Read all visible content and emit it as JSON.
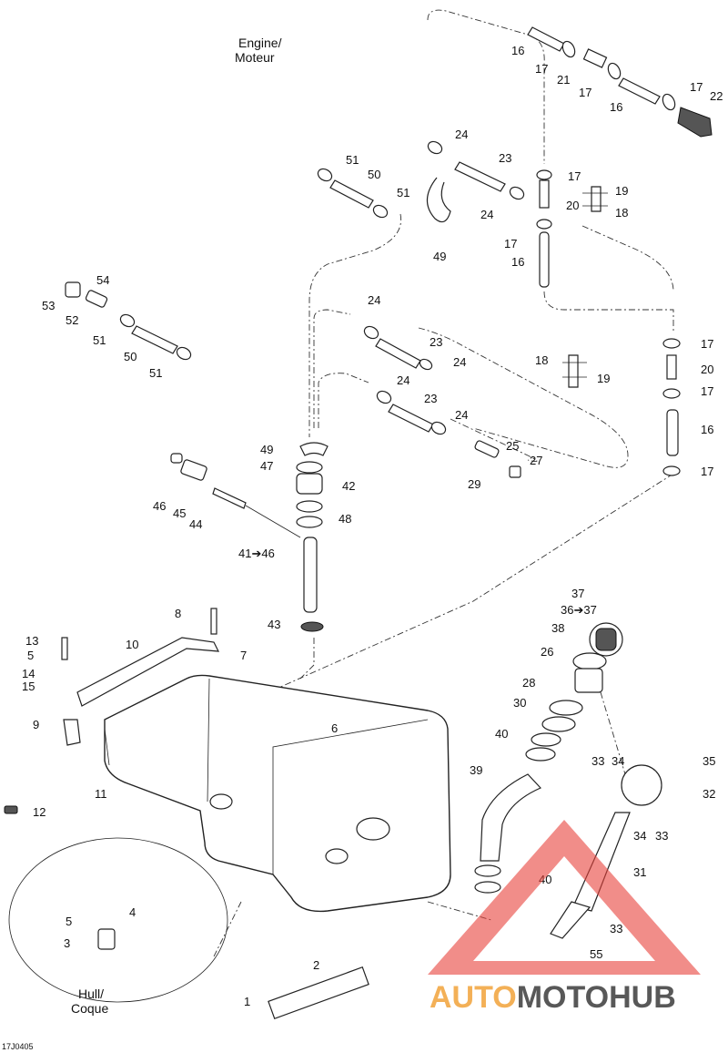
{
  "diagram": {
    "labels": {
      "engine": [
        "Engine/",
        "Moteur"
      ],
      "hull": [
        "Hull/",
        "Coque"
      ],
      "ref_code": "17J0405"
    },
    "callouts": [
      "16",
      "17",
      "21",
      "17",
      "16",
      "17",
      "22",
      "24",
      "23",
      "17",
      "19",
      "20",
      "18",
      "51",
      "50",
      "51",
      "24",
      "49",
      "17",
      "16",
      "54",
      "53",
      "52",
      "51",
      "50",
      "51",
      "24",
      "23",
      "24",
      "24",
      "23",
      "24",
      "18",
      "19",
      "17",
      "20",
      "17",
      "16",
      "17",
      "25",
      "27",
      "29",
      "49",
      "47",
      "42",
      "48",
      "46",
      "45",
      "44",
      "41➔46",
      "43",
      "37",
      "36➔37",
      "38",
      "26",
      "28",
      "30",
      "40",
      "39",
      "13",
      "5",
      "14",
      "15",
      "10",
      "8",
      "7",
      "9",
      "6",
      "11",
      "12",
      "33",
      "34",
      "35",
      "32",
      "34",
      "33",
      "31",
      "40",
      "33",
      "55",
      "4",
      "5",
      "3",
      "2",
      "1"
    ],
    "watermark": {
      "part1": "AUTO",
      "part2": "MOTO",
      "part3": "HUB"
    },
    "colors": {
      "line": "#222222",
      "watermark_dark": "#3b3b3b",
      "watermark_orange": "#f2a33a",
      "watermark_red": "#e8413a"
    }
  }
}
